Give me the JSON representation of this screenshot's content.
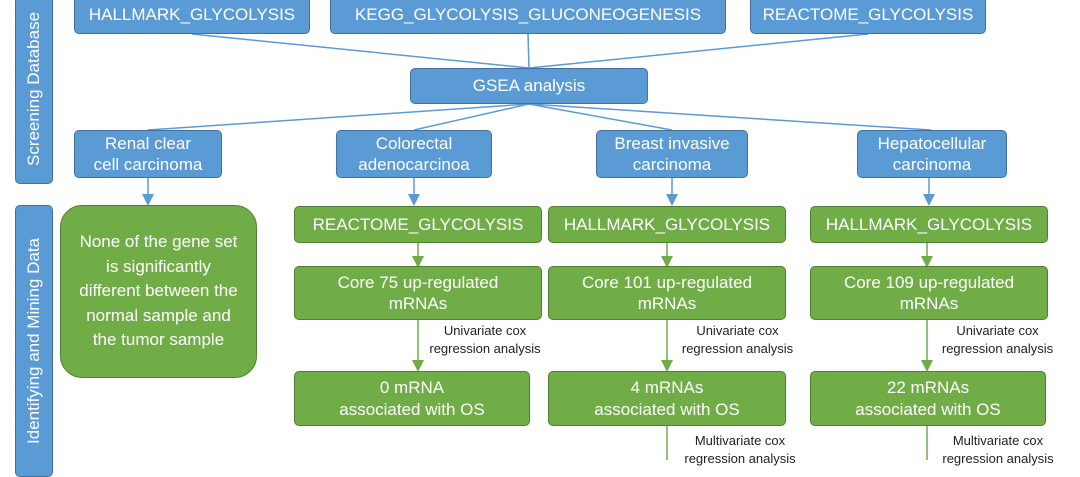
{
  "sections": {
    "screening": "Screening Database",
    "identifying": "Identifying and Mining Data"
  },
  "databases": [
    "HALLMARK_GLYCOLYSIS",
    "KEGG_GLYCOLYSIS_GLUCONEOGENESIS",
    "REACTOME_GLYCOLYSIS"
  ],
  "gsea": "GSEA analysis",
  "cancers": [
    "Renal clear\ncell carcinoma",
    "Colorectal\nadenocarcinoa",
    "Breast invasive\ncarcinoma",
    "Hepatocellular\ncarcinoma"
  ],
  "renal_result": "None of the gene set\nis significantly\ndifferent between the\nnormal sample and\nthe tumor sample",
  "pathways": [
    "REACTOME_GLYCOLYSIS",
    "HALLMARK_GLYCOLYSIS",
    "HALLMARK_GLYCOLYSIS"
  ],
  "core": [
    "Core 75 up-regulated\nmRNAs",
    "Core 101 up-regulated\nmRNAs",
    "Core 109 up-regulated\nmRNAs"
  ],
  "univariate": "Univariate cox\nregression analysis",
  "os_results": [
    "0 mRNA\nassociated with OS",
    "4 mRNAs\nassociated with OS",
    "22 mRNAs\nassociated with OS"
  ],
  "multivariate": "Multivariate cox\nregression analysis",
  "colors": {
    "blue": "#5b9bd5",
    "green": "#70ad47",
    "connector": "#5b9bd5",
    "arrow_green": "#70ad47"
  }
}
